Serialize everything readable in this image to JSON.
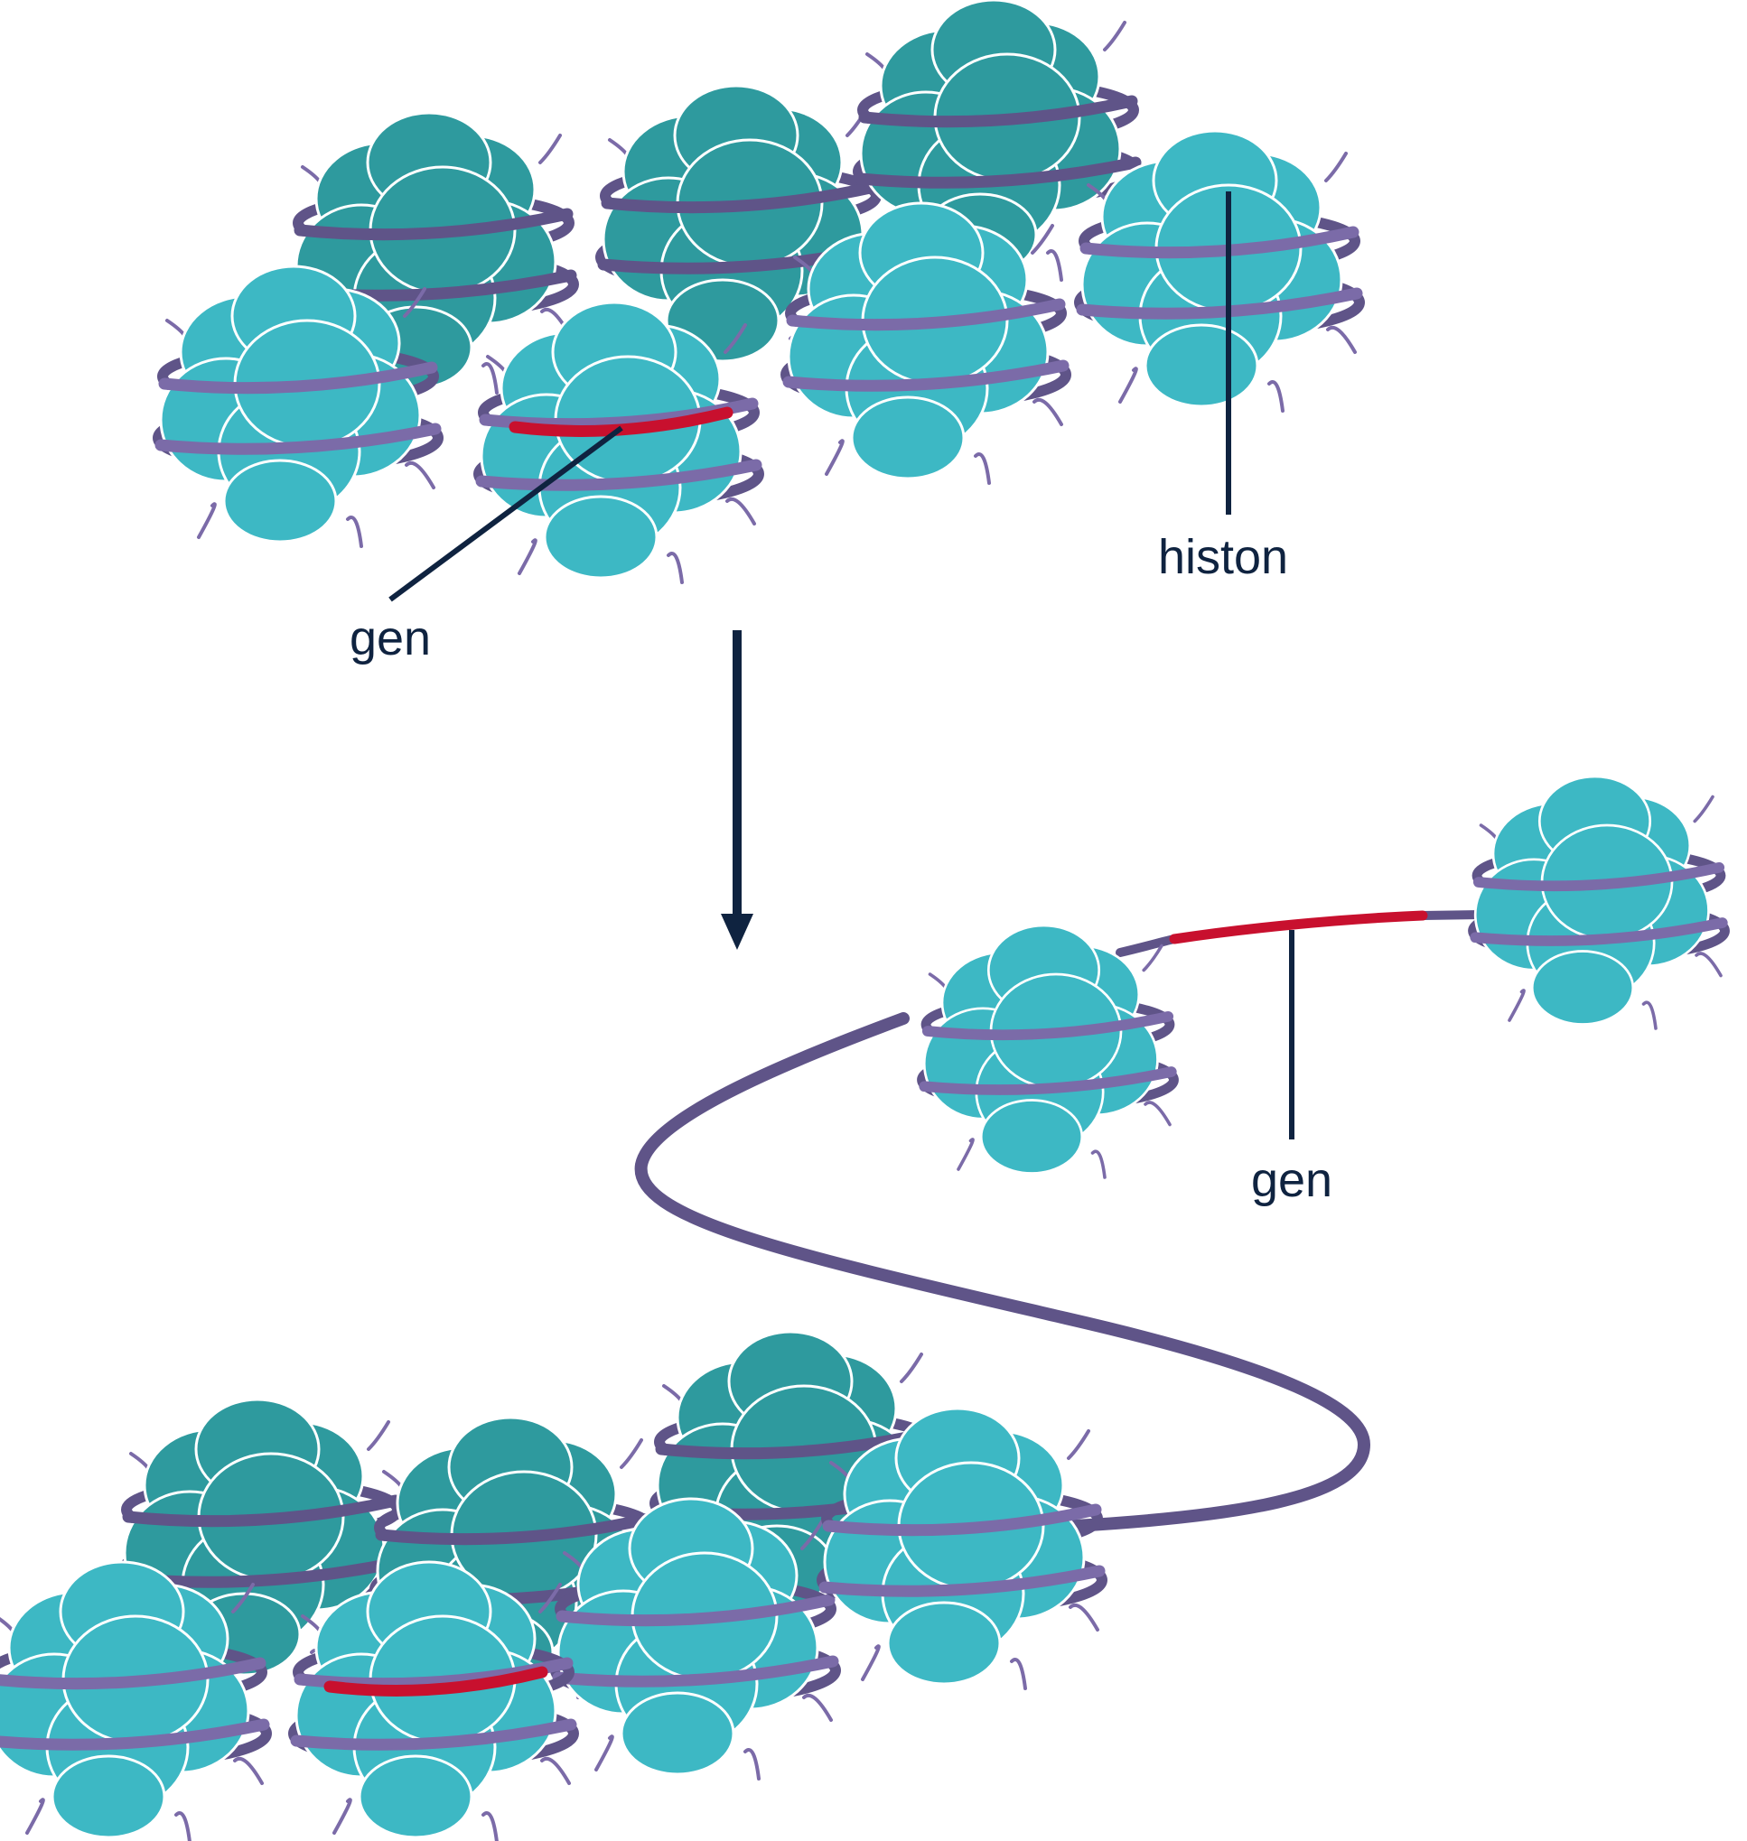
{
  "labels": {
    "gene_top": "gen",
    "histone": "histon",
    "gene_bottom": "gen"
  },
  "colors": {
    "histone_light": "#3db8c4",
    "histone_dark": "#2e9a9e",
    "dna": "#5f5488",
    "dna_front": "#7b6ba8",
    "gene": "#c8102e",
    "ink": "#0f2340",
    "outline": "#ffffff"
  }
}
